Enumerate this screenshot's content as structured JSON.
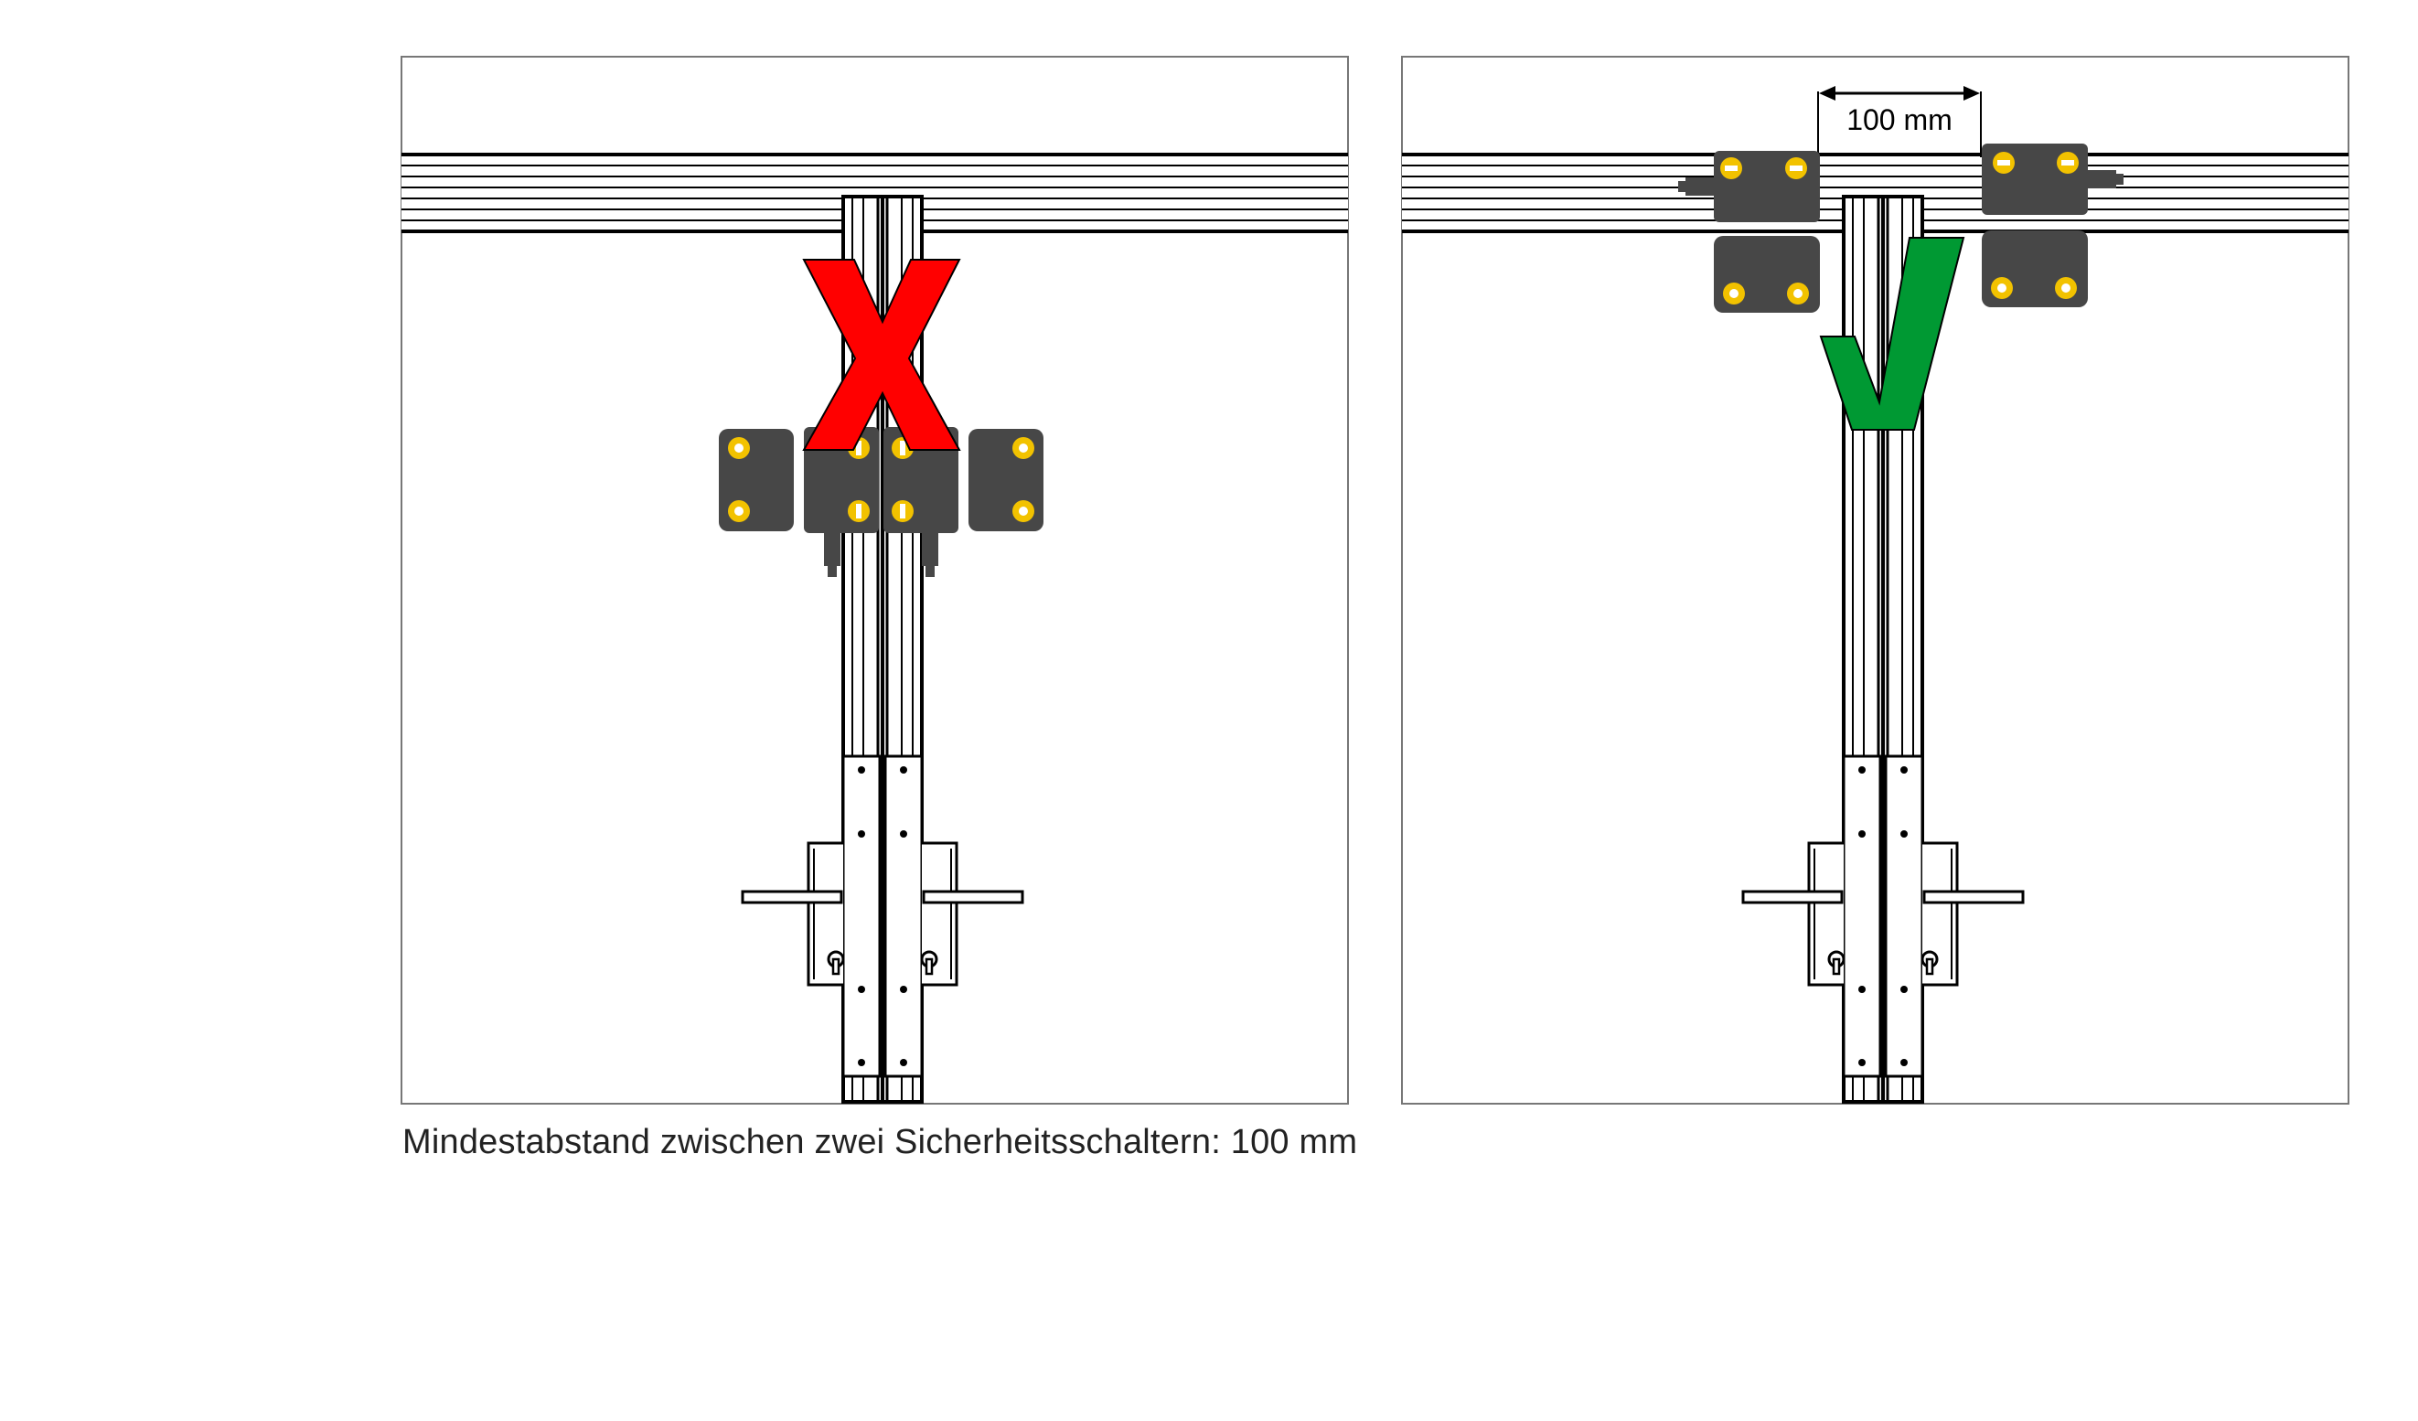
{
  "caption": "Mindestabstand zwischen zwei Sicherheitsschaltern: 100 mm",
  "dimension_label": "100 mm",
  "colors": {
    "wrong_mark": "#ff0000",
    "correct_mark": "#009933",
    "switch_body": "#474747",
    "screw": "#f2c200",
    "outline": "#000000"
  },
  "panels": [
    {
      "id": "left",
      "verdict": "wrong",
      "mark_icon": "x-mark-icon"
    },
    {
      "id": "right",
      "verdict": "correct",
      "mark_icon": "checkmark-icon"
    }
  ]
}
